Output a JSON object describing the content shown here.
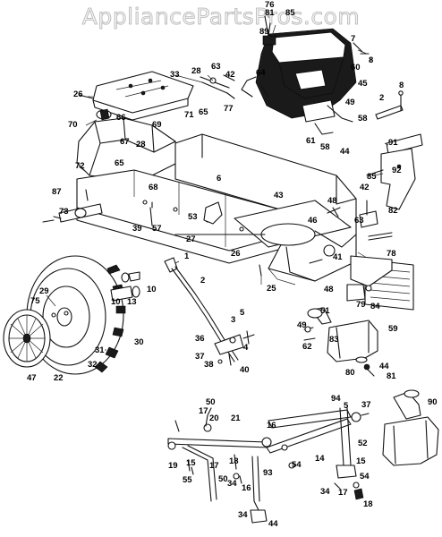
{
  "watermark": "AppliancePartsPros.com",
  "callouts": [
    {
      "id": "engine-bracket-bolt",
      "text": "76"
    },
    {
      "id": "engine-bracket-washer",
      "text": "81"
    },
    {
      "id": "engine-cover-screw",
      "text": "85"
    },
    {
      "id": "engine-mount-89",
      "text": "89"
    },
    {
      "id": "engine-bolt-7",
      "text": "7"
    },
    {
      "id": "engine-washer-8",
      "text": "8"
    },
    {
      "id": "throttle-63",
      "text": "63"
    },
    {
      "id": "throttle-42",
      "text": "42"
    },
    {
      "id": "throttle-28",
      "text": "28"
    },
    {
      "id": "throttle-33",
      "text": "33"
    },
    {
      "id": "engine-64",
      "text": "64"
    },
    {
      "id": "engine-60",
      "text": "60"
    },
    {
      "id": "engine-45",
      "text": "45"
    },
    {
      "id": "engine-49",
      "text": "49"
    },
    {
      "id": "engine-58a",
      "text": "58"
    },
    {
      "id": "pin-2",
      "text": "2"
    },
    {
      "id": "pin-8",
      "text": "8"
    },
    {
      "id": "engine-61",
      "text": "61"
    },
    {
      "id": "engine-58b",
      "text": "58"
    },
    {
      "id": "engine-44",
      "text": "44"
    },
    {
      "id": "dash-26",
      "text": "26"
    },
    {
      "id": "dash-65a",
      "text": "65"
    },
    {
      "id": "dash-77",
      "text": "77"
    },
    {
      "id": "dash-71",
      "text": "71"
    },
    {
      "id": "frame-70",
      "text": "70"
    },
    {
      "id": "frame-66",
      "text": "66"
    },
    {
      "id": "frame-69",
      "text": "69"
    },
    {
      "id": "frame-67",
      "text": "67"
    },
    {
      "id": "frame-28",
      "text": "28"
    },
    {
      "id": "frame-65b",
      "text": "65"
    },
    {
      "id": "frame-72",
      "text": "72"
    },
    {
      "id": "strip-91",
      "text": "91"
    },
    {
      "id": "bracket-85",
      "text": "85"
    },
    {
      "id": "bracket-92",
      "text": "92"
    },
    {
      "id": "frame-6",
      "text": "6"
    },
    {
      "id": "frame-43",
      "text": "43"
    },
    {
      "id": "frame-68",
      "text": "68"
    },
    {
      "id": "axle-87",
      "text": "87"
    },
    {
      "id": "axle-73",
      "text": "73"
    },
    {
      "id": "frame-39",
      "text": "39"
    },
    {
      "id": "frame-57",
      "text": "57"
    },
    {
      "id": "frame-53",
      "text": "53"
    },
    {
      "id": "frame-46",
      "text": "46"
    },
    {
      "id": "frame-48a",
      "text": "48"
    },
    {
      "id": "frame-42",
      "text": "42"
    },
    {
      "id": "frame-63",
      "text": "63"
    },
    {
      "id": "frame-82",
      "text": "82"
    },
    {
      "id": "rod-27",
      "text": "27"
    },
    {
      "id": "frame-26",
      "text": "26"
    },
    {
      "id": "pedal-1",
      "text": "1"
    },
    {
      "id": "frame-25",
      "text": "25"
    },
    {
      "id": "frame-41",
      "text": "41"
    },
    {
      "id": "frame-78",
      "text": "78"
    },
    {
      "id": "frame-48b",
      "text": "48"
    },
    {
      "id": "frame-79",
      "text": "79"
    },
    {
      "id": "frame-84",
      "text": "84"
    },
    {
      "id": "frame-51",
      "text": "51"
    },
    {
      "id": "wheel-10a",
      "text": "10"
    },
    {
      "id": "wheel-10b",
      "text": "10"
    },
    {
      "id": "wheel-13",
      "text": "13"
    },
    {
      "id": "pedal-2",
      "text": "2"
    },
    {
      "id": "muffler-59",
      "text": "59"
    },
    {
      "id": "wheel-29",
      "text": "29"
    },
    {
      "id": "wheel-75",
      "text": "75"
    },
    {
      "id": "link-5a",
      "text": "5"
    },
    {
      "id": "link-3",
      "text": "3"
    },
    {
      "id": "muffler-49",
      "text": "49"
    },
    {
      "id": "muffler-62",
      "text": "62"
    },
    {
      "id": "muffler-83",
      "text": "83"
    },
    {
      "id": "wheel-30",
      "text": "30"
    },
    {
      "id": "link-36",
      "text": "36"
    },
    {
      "id": "link-4",
      "text": "4"
    },
    {
      "id": "link-37a",
      "text": "37"
    },
    {
      "id": "link-38",
      "text": "38"
    },
    {
      "id": "link-40",
      "text": "40"
    },
    {
      "id": "wheel-31",
      "text": "31"
    },
    {
      "id": "wheel-32",
      "text": "32"
    },
    {
      "id": "wheel-47",
      "text": "47"
    },
    {
      "id": "wheel-22",
      "text": "22"
    },
    {
      "id": "muffler-44a",
      "text": "44"
    },
    {
      "id": "muffler-80",
      "text": "80"
    },
    {
      "id": "muffler-81",
      "text": "81"
    },
    {
      "id": "steer-50a",
      "text": "50"
    },
    {
      "id": "steer-17a",
      "text": "17"
    },
    {
      "id": "steer-20",
      "text": "20"
    },
    {
      "id": "steer-21",
      "text": "21"
    },
    {
      "id": "steer-16a",
      "text": "16"
    },
    {
      "id": "steer-94",
      "text": "94"
    },
    {
      "id": "steer-5b",
      "text": "5"
    },
    {
      "id": "steer-37b",
      "text": "37"
    },
    {
      "id": "steer-52",
      "text": "52"
    },
    {
      "id": "muffler-90",
      "text": "90"
    },
    {
      "id": "steer-19",
      "text": "19"
    },
    {
      "id": "steer-15",
      "text": "15"
    },
    {
      "id": "steer-18a",
      "text": "18"
    },
    {
      "id": "steer-17b",
      "text": "17"
    },
    {
      "id": "steer-50b",
      "text": "50"
    },
    {
      "id": "steer-55",
      "text": "55"
    },
    {
      "id": "steer-93",
      "text": "93"
    },
    {
      "id": "steer-54a",
      "text": "54"
    },
    {
      "id": "steer-14",
      "text": "14"
    },
    {
      "id": "steer-15b",
      "text": "15"
    },
    {
      "id": "steer-34a",
      "text": "34"
    },
    {
      "id": "steer-54b",
      "text": "54"
    },
    {
      "id": "steer-17c",
      "text": "17"
    },
    {
      "id": "steer-18b",
      "text": "18"
    },
    {
      "id": "steer-34b",
      "text": "34"
    },
    {
      "id": "steer-16b",
      "text": "16"
    },
    {
      "id": "steer-34c",
      "text": "34"
    },
    {
      "id": "muffler-44b",
      "text": "44"
    }
  ]
}
